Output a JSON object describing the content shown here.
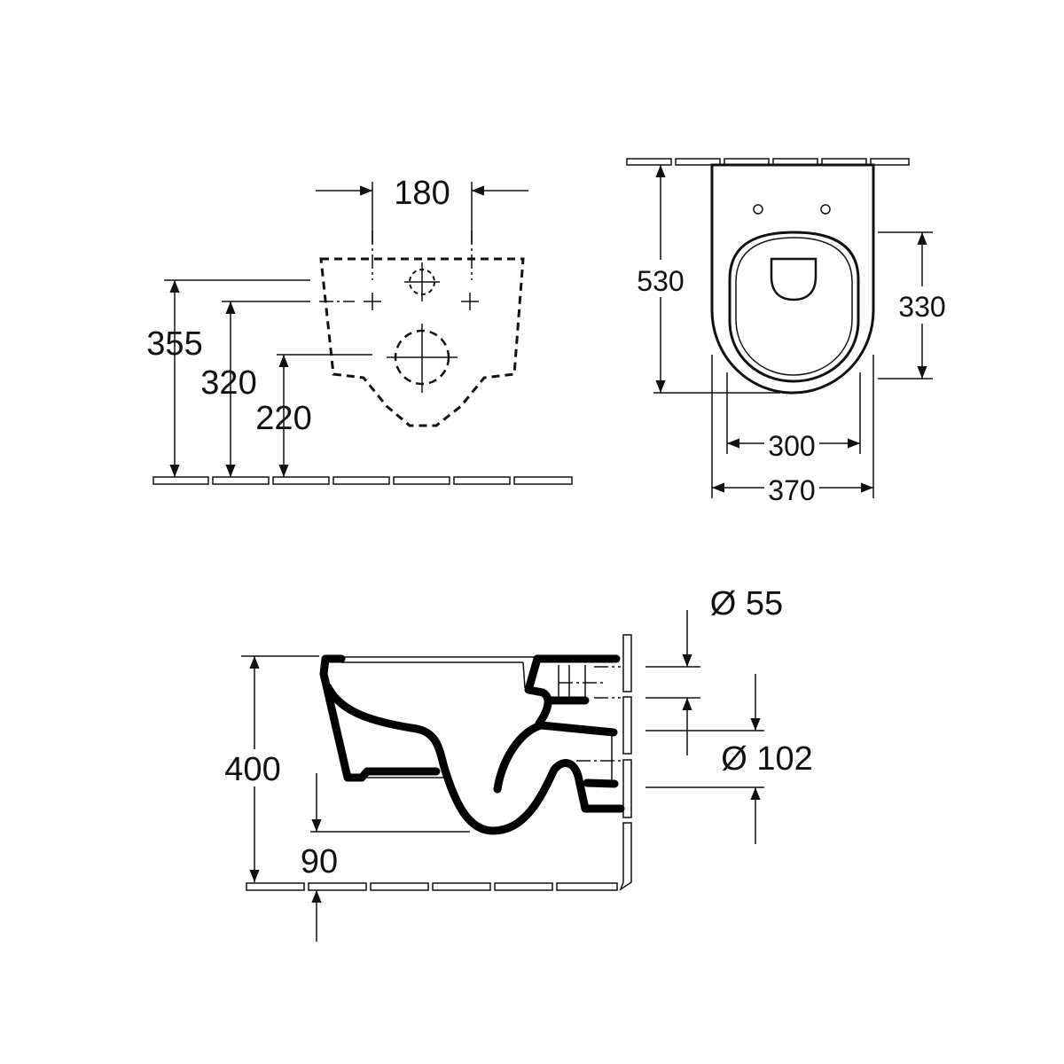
{
  "wall_view": {
    "width_180": "180",
    "height_355": "355",
    "height_320": "320",
    "height_220": "220"
  },
  "top_view": {
    "depth_530": "530",
    "seat_330": "330",
    "seat_width_300": "300",
    "width_370": "370"
  },
  "side_view": {
    "height_400": "400",
    "height_90": "90",
    "inlet_dia": "Ø 55",
    "outlet_dia": "Ø 102"
  }
}
